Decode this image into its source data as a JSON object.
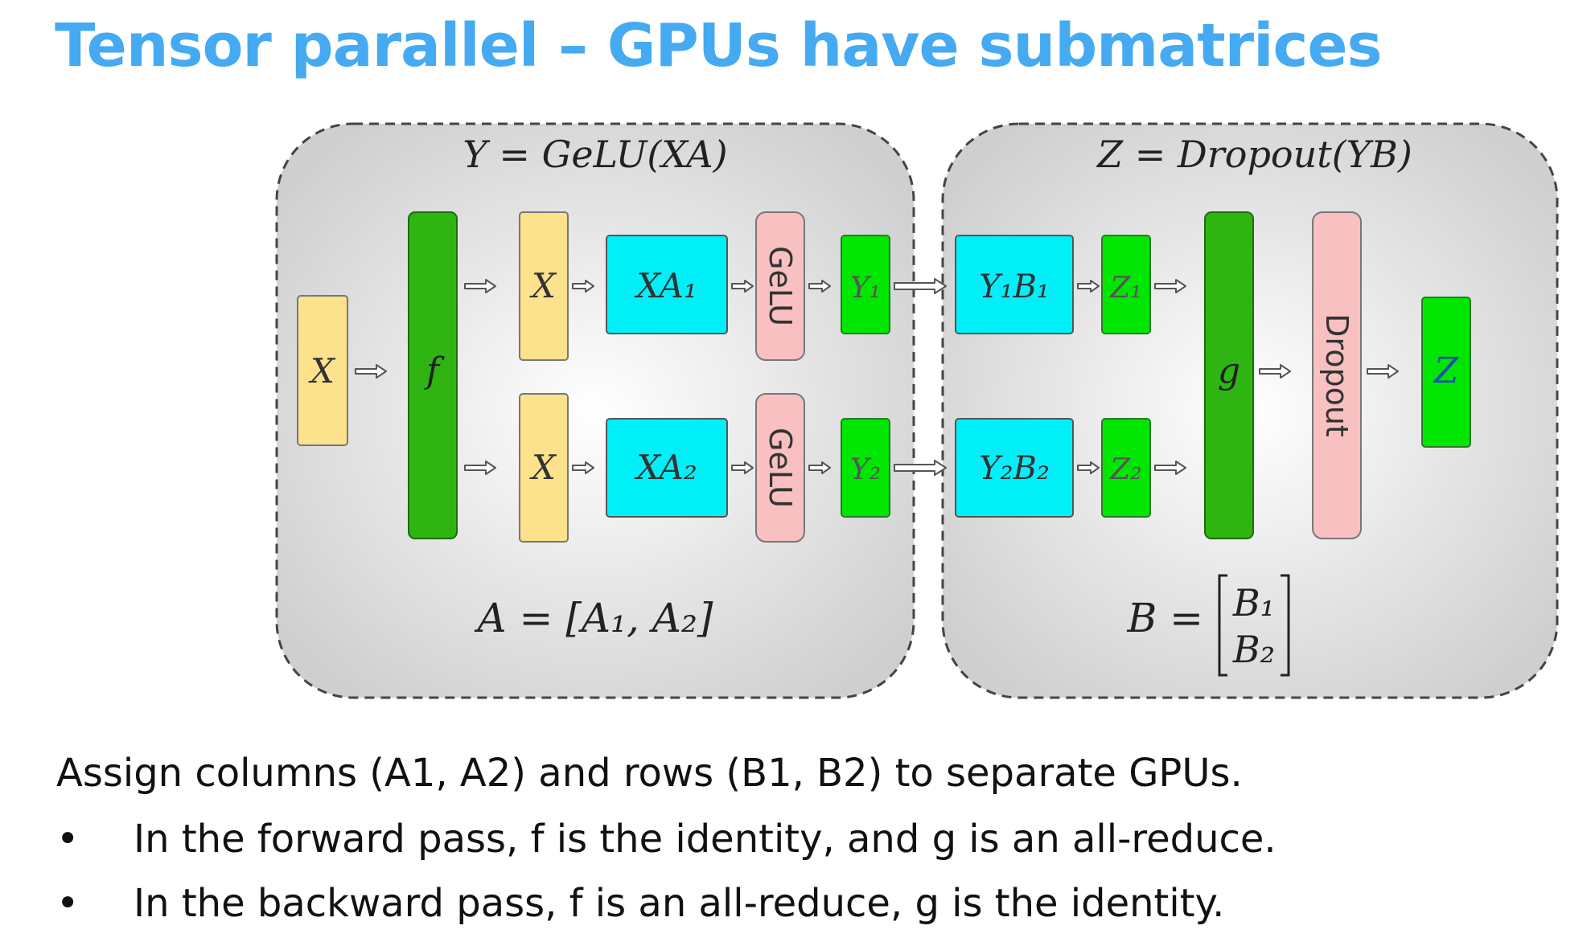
{
  "title": "Tensor parallel – GPUs have submatrices",
  "diagram": {
    "left_panel": {
      "equation": "Y = GeLU(XA)",
      "footer": "A = [A₁, A₂]"
    },
    "right_panel": {
      "equation": "Z = Dropout(YB)",
      "footer_lhs": "B =",
      "footer_b1": "B₁",
      "footer_b2": "B₂"
    },
    "nodes": {
      "x_input": "X",
      "f": "f",
      "x_top": "X",
      "x_bottom": "X",
      "xa1": "XA₁",
      "xa2": "XA₂",
      "gelu_top": "GeLU",
      "gelu_bottom": "GeLU",
      "y1": "Y₁",
      "y2": "Y₂",
      "y1b1": "Y₁B₁",
      "y2b2": "Y₂B₂",
      "z1": "Z₁",
      "z2": "Z₂",
      "g": "g",
      "dropout": "Dropout",
      "z_output": "Z"
    },
    "colors": {
      "input_box": "#fde28d",
      "f_g_box": "#2fb512",
      "matmul_box": "#00f0f8",
      "gelu_dropout_box": "#f8c0c0",
      "y_z_box": "#00e600"
    }
  },
  "body": {
    "intro": "Assign columns (A1, A2) and rows (B1, B2) to separate GPUs.",
    "bullets": [
      "In the forward pass, f is the identity, and g is an all-reduce.",
      "In the backward pass, f is an all-reduce, g is the identity."
    ],
    "bullet_symbol": "•"
  }
}
